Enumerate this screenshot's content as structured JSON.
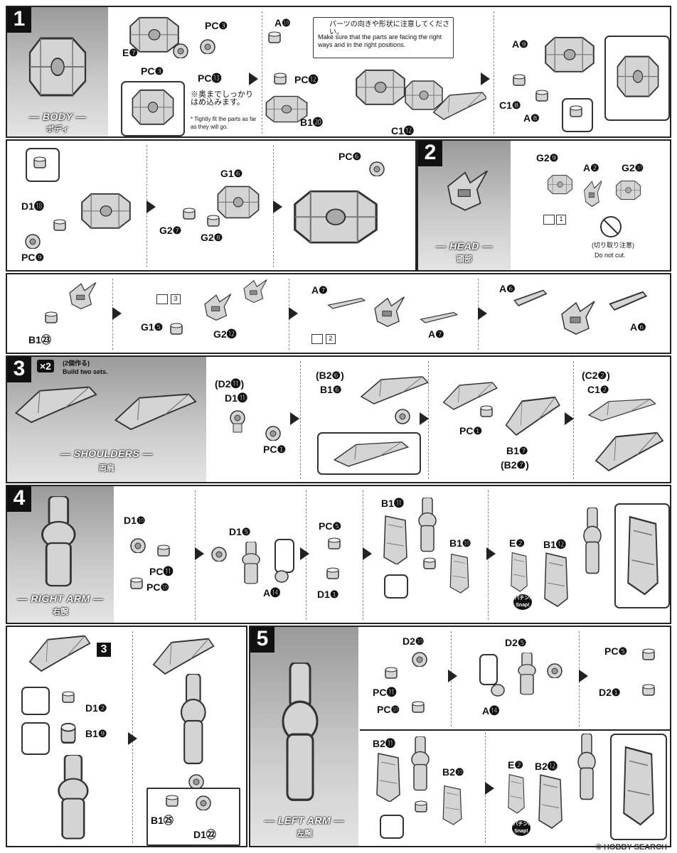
{
  "sections": {
    "s1": {
      "num": "1",
      "title": "— BODY —",
      "subtitle": "ボディ"
    },
    "s2": {
      "num": "2",
      "title": "— HEAD —",
      "subtitle": "頭部"
    },
    "s3": {
      "num": "3",
      "title": "— SHOULDERS —",
      "subtitle": "両肩",
      "x2": "×2",
      "build_jp": "(2個作る)",
      "build_en": "Build two sets."
    },
    "s4": {
      "num": "4",
      "title": "— RIGHT ARM —",
      "subtitle": "右腕"
    },
    "s5": {
      "num": "5",
      "title": "— LEFT ARM —",
      "subtitle": "左腕"
    },
    "s4cont": {
      "num": "3"
    }
  },
  "notes": {
    "orientation_jp": "パーツの向きや形状に注意してください。",
    "orientation_en": "Make sure that the parts are facing the right ways and in the right positions.",
    "fit_jp": "※奥までしっかりはめ込みます。",
    "fit_en": "* Tightly fit the parts as far as they will go.",
    "nocut_jp": "(切り取り注意)",
    "nocut_en": "Do not cut.",
    "snap_jp": "パチン!",
    "snap_en": "Snap!"
  },
  "labels": {
    "b1_pc3a": "PC❸",
    "b1_e7": "E❼",
    "b1_pc3b": "PC❸",
    "b1_pc13": "PC⓭",
    "b2_a10": "A❿",
    "b2_pc12": "PC⓬",
    "b2_b120": "B1⓴",
    "b2_c112": "C1⓬",
    "b3_a9": "A❾",
    "b3_c18": "C1❽",
    "b3_a8": "A❽",
    "b4_d118": "D1⓲",
    "b4_pc9": "PC❾",
    "b5_g16": "G1❻",
    "b5_g27": "G2❼",
    "b5_g28": "G2❽",
    "b6_pc6": "PC❻",
    "h_g29": "G2❾",
    "h_a2": "A❷",
    "h_g210": "G2❿",
    "h_tag1": "1",
    "h2_b123": "B1㉓",
    "h2_tag3": "3",
    "h2_g15": "G1❺",
    "h2_g212": "G2⓬",
    "h2_a7a": "A❼",
    "h2_a7b": "A❼",
    "h2_tag2": "2",
    "h2_a6a": "A❻",
    "h2_a6b": "A❻",
    "s_d211": "(D2⓫)",
    "s_d111": "D1⓫",
    "s_pc1a": "PC❶",
    "s_b26": "(B2❻)",
    "s_b16": "B1❻",
    "s_pc1b": "PC❶",
    "s_b17": "B1❼",
    "s_b27": "(B2❼)",
    "s_c22": "(C2❷)",
    "s_c12": "C1❷",
    "r_d110": "D1❿",
    "r_pc11": "PC⓫",
    "r_pc10": "PC❿",
    "r_d15": "D1❺",
    "r_a14": "A⓮",
    "r_pc5": "PC❺",
    "r_d11": "D1❶",
    "r_b111": "B1⓫",
    "r_b110": "B1❿",
    "r_e2": "E❷",
    "r_b112": "B1⓬",
    "r2_d12": "D1❷",
    "r2_b19": "B1❾",
    "r2_b125": "B1㉕",
    "r2_d122": "D1㉒",
    "l_d210": "D2❿",
    "l_pc11": "PC⓫",
    "l_pc10": "PC❿",
    "l_d25": "D2❺",
    "l_a14": "A⓮",
    "l_pc5": "PC❺",
    "l_d21": "D2❶",
    "l_b211": "B2⓫",
    "l_b210": "B2❿",
    "l_e2": "E❷",
    "l_b212": "B2⓬"
  },
  "footer": "© HOBBY SEARCH",
  "colors": {
    "ink": "#111111",
    "part_fill": "#d4d4d4",
    "part_stroke": "#333333",
    "hero_dark": "#9a9a9a"
  }
}
